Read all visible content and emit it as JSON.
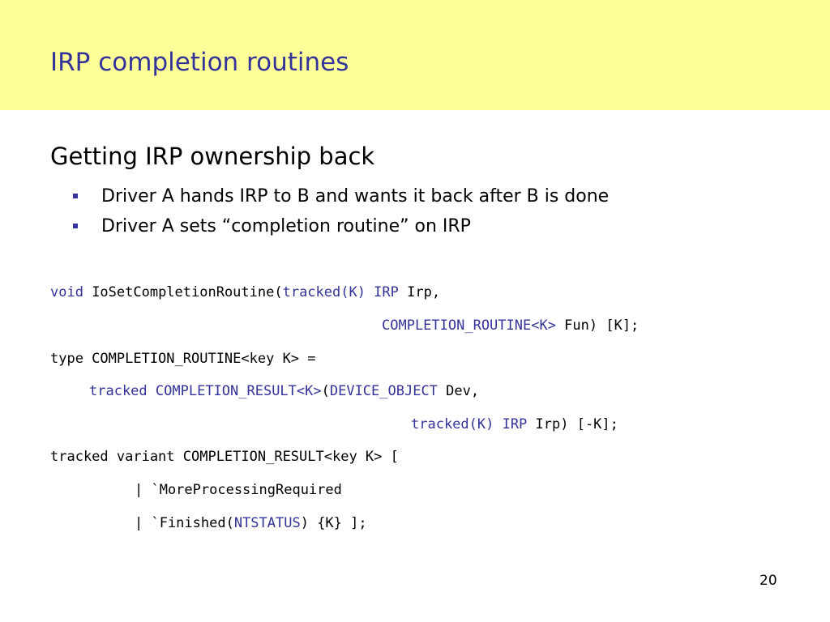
{
  "slide": {
    "title": "IRP completion routines",
    "heading": "Getting IRP ownership back",
    "bullets": [
      "Driver A hands IRP to B and wants it back after B is done",
      "Driver A sets “completion routine” on IRP"
    ],
    "code": {
      "line1": {
        "t1": "void",
        "t2": " IoSetCompletionRoutine(",
        "t3": "tracked(K) IRP",
        "t4": " Irp,"
      },
      "line2": {
        "t1": "COMPLETION_ROUTINE<K>",
        "t2": " Fun) [K];"
      },
      "line3": {
        "t1": "type COMPLETION_ROUTINE<key K> ="
      },
      "line4": {
        "t1": "tracked",
        "t2": " ",
        "t3": "COMPLETION_RESULT<K>",
        "t4": "(",
        "t5": "DEVICE_OBJECT",
        "t6": " Dev,"
      },
      "line5": {
        "t1": "tracked(K) IRP",
        "t2": " Irp) [-K];"
      },
      "line6": {
        "t1": "tracked variant COMPLETION_RESULT<key K> ["
      },
      "line7": {
        "t1": "| `MoreProcessingRequired"
      },
      "line8": {
        "t1": "| `Finished(",
        "t2": "NTSTATUS",
        "t3": ") {K} ];"
      }
    },
    "page_number": "20",
    "colors": {
      "title_band": "#ffff99",
      "accent": "#333399",
      "text": "#000000"
    }
  }
}
